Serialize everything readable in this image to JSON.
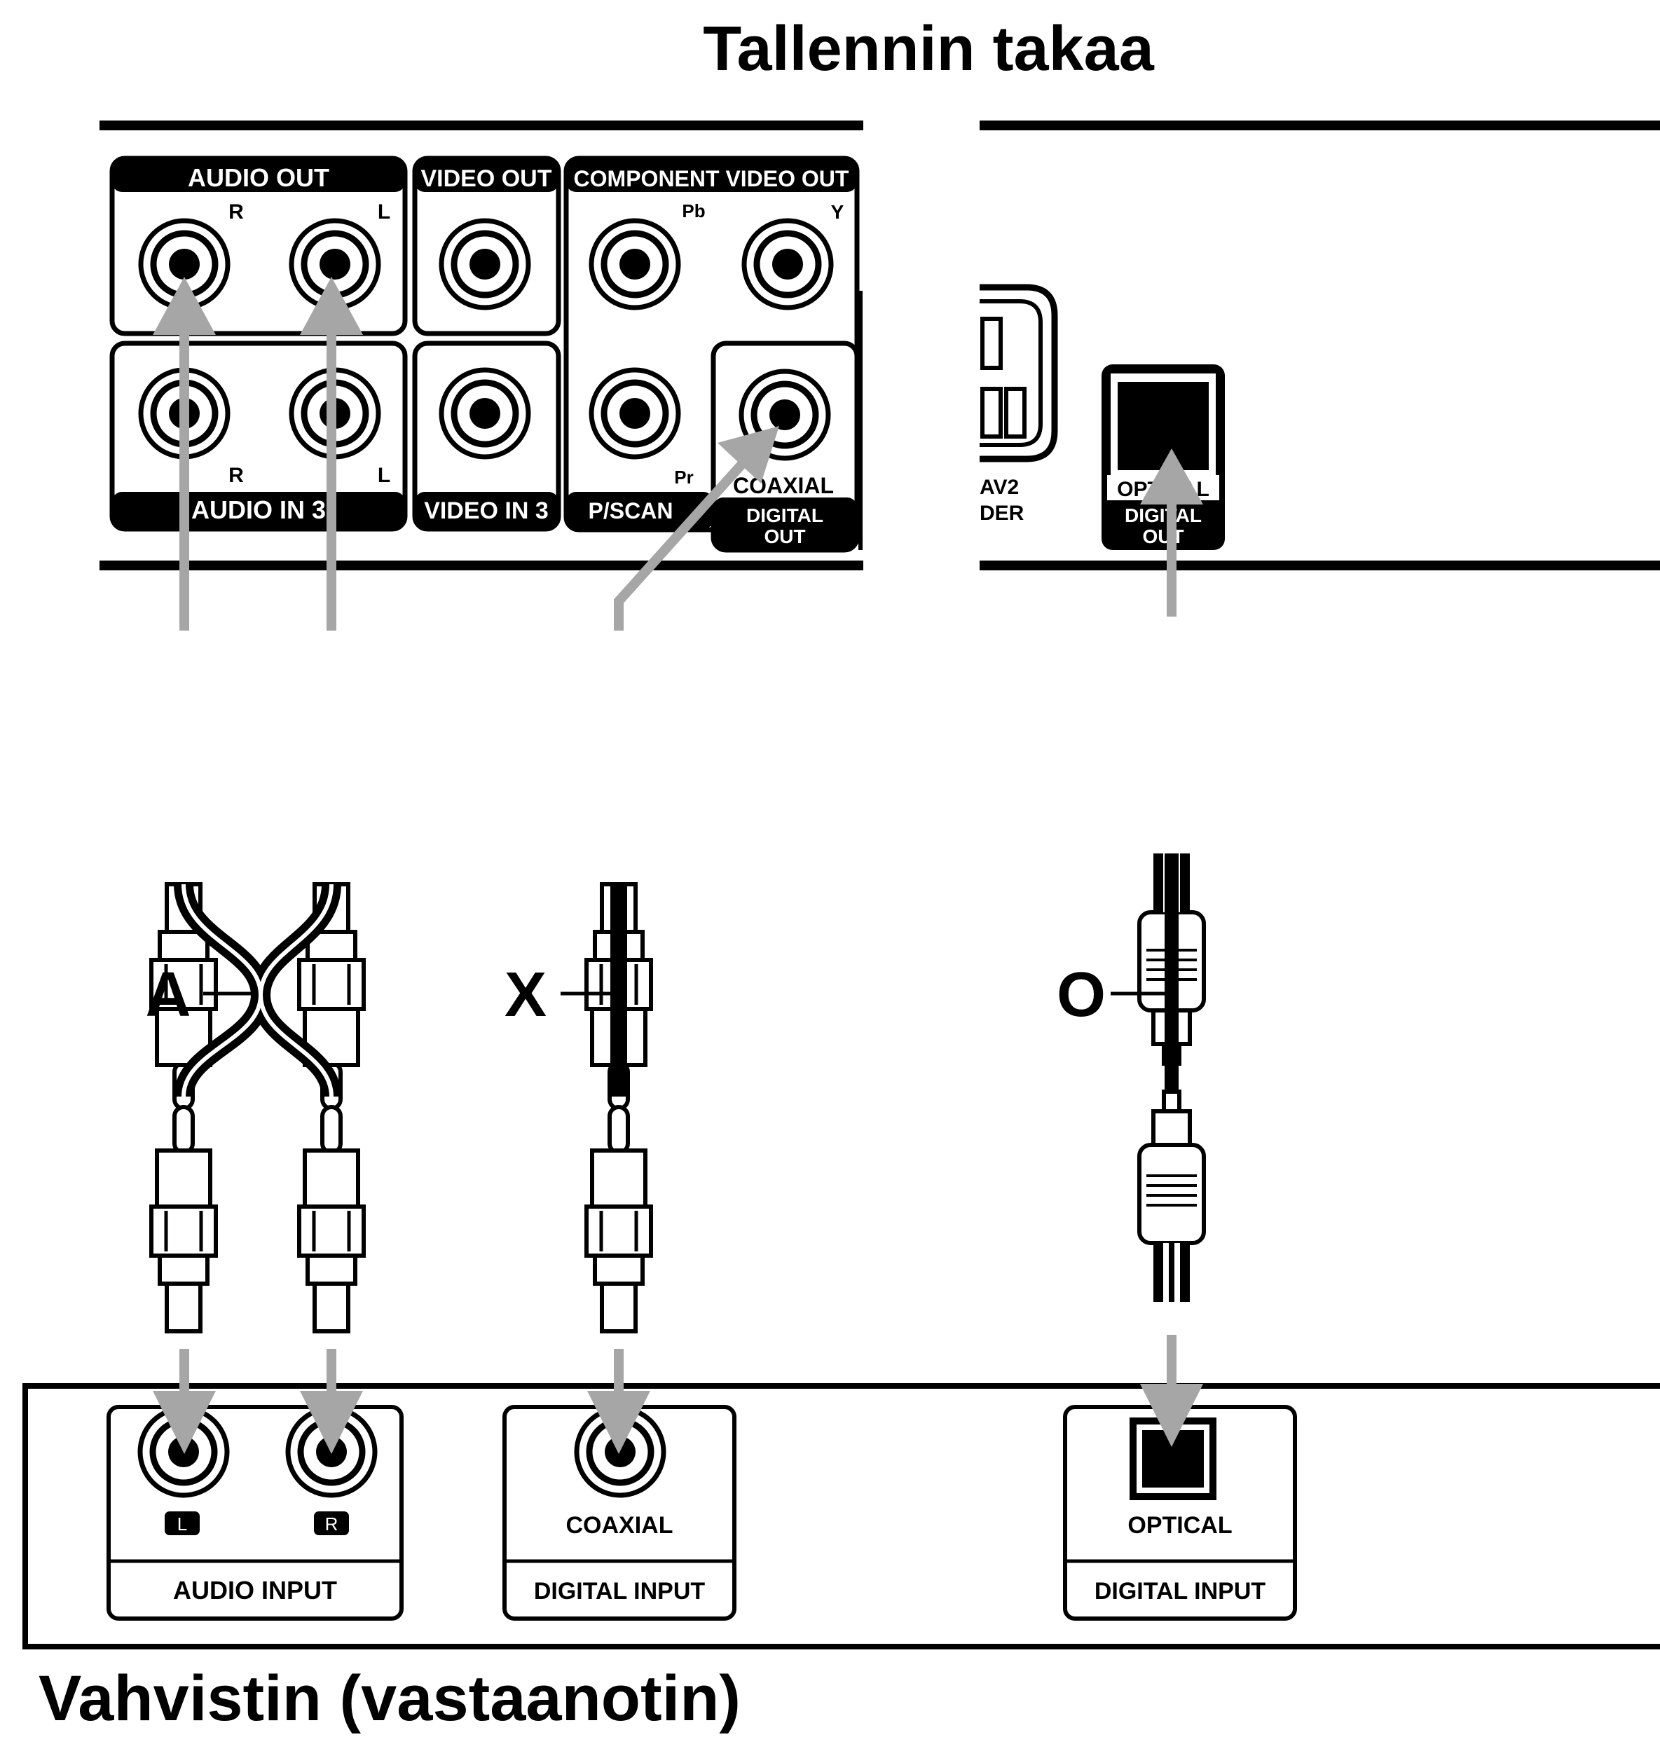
{
  "titles": {
    "top": "Tallennin takaa",
    "bottom": "Vahvistin (vastaanotin)"
  },
  "recorder_panel": {
    "audio_out": "AUDIO OUT",
    "video_out": "VIDEO OUT",
    "component_video_out": "COMPONENT VIDEO OUT",
    "r": "R",
    "l": "L",
    "pb": "Pb",
    "y": "Y",
    "pr": "Pr",
    "audio_in_3": "AUDIO IN 3",
    "video_in_3": "VIDEO IN 3",
    "p_scan": "P/SCAN",
    "coaxial": "COAXIAL",
    "digital_out_1": "DIGITAL",
    "digital_out_2": "OUT",
    "av2_frag": "AV2",
    "der_frag": "DER",
    "optical": "OPTICAL"
  },
  "amplifier_panel": {
    "l_badge": "L",
    "r_badge": "R",
    "audio_input": "AUDIO INPUT",
    "coaxial": "COAXIAL",
    "optical": "OPTICAL",
    "digital_input": "DIGITAL INPUT"
  },
  "cable_labels": {
    "a": "A",
    "x": "X",
    "o": "O"
  },
  "colors": {
    "ink": "#000000",
    "paper": "#ffffff",
    "arrow": "#a6a6a6"
  }
}
